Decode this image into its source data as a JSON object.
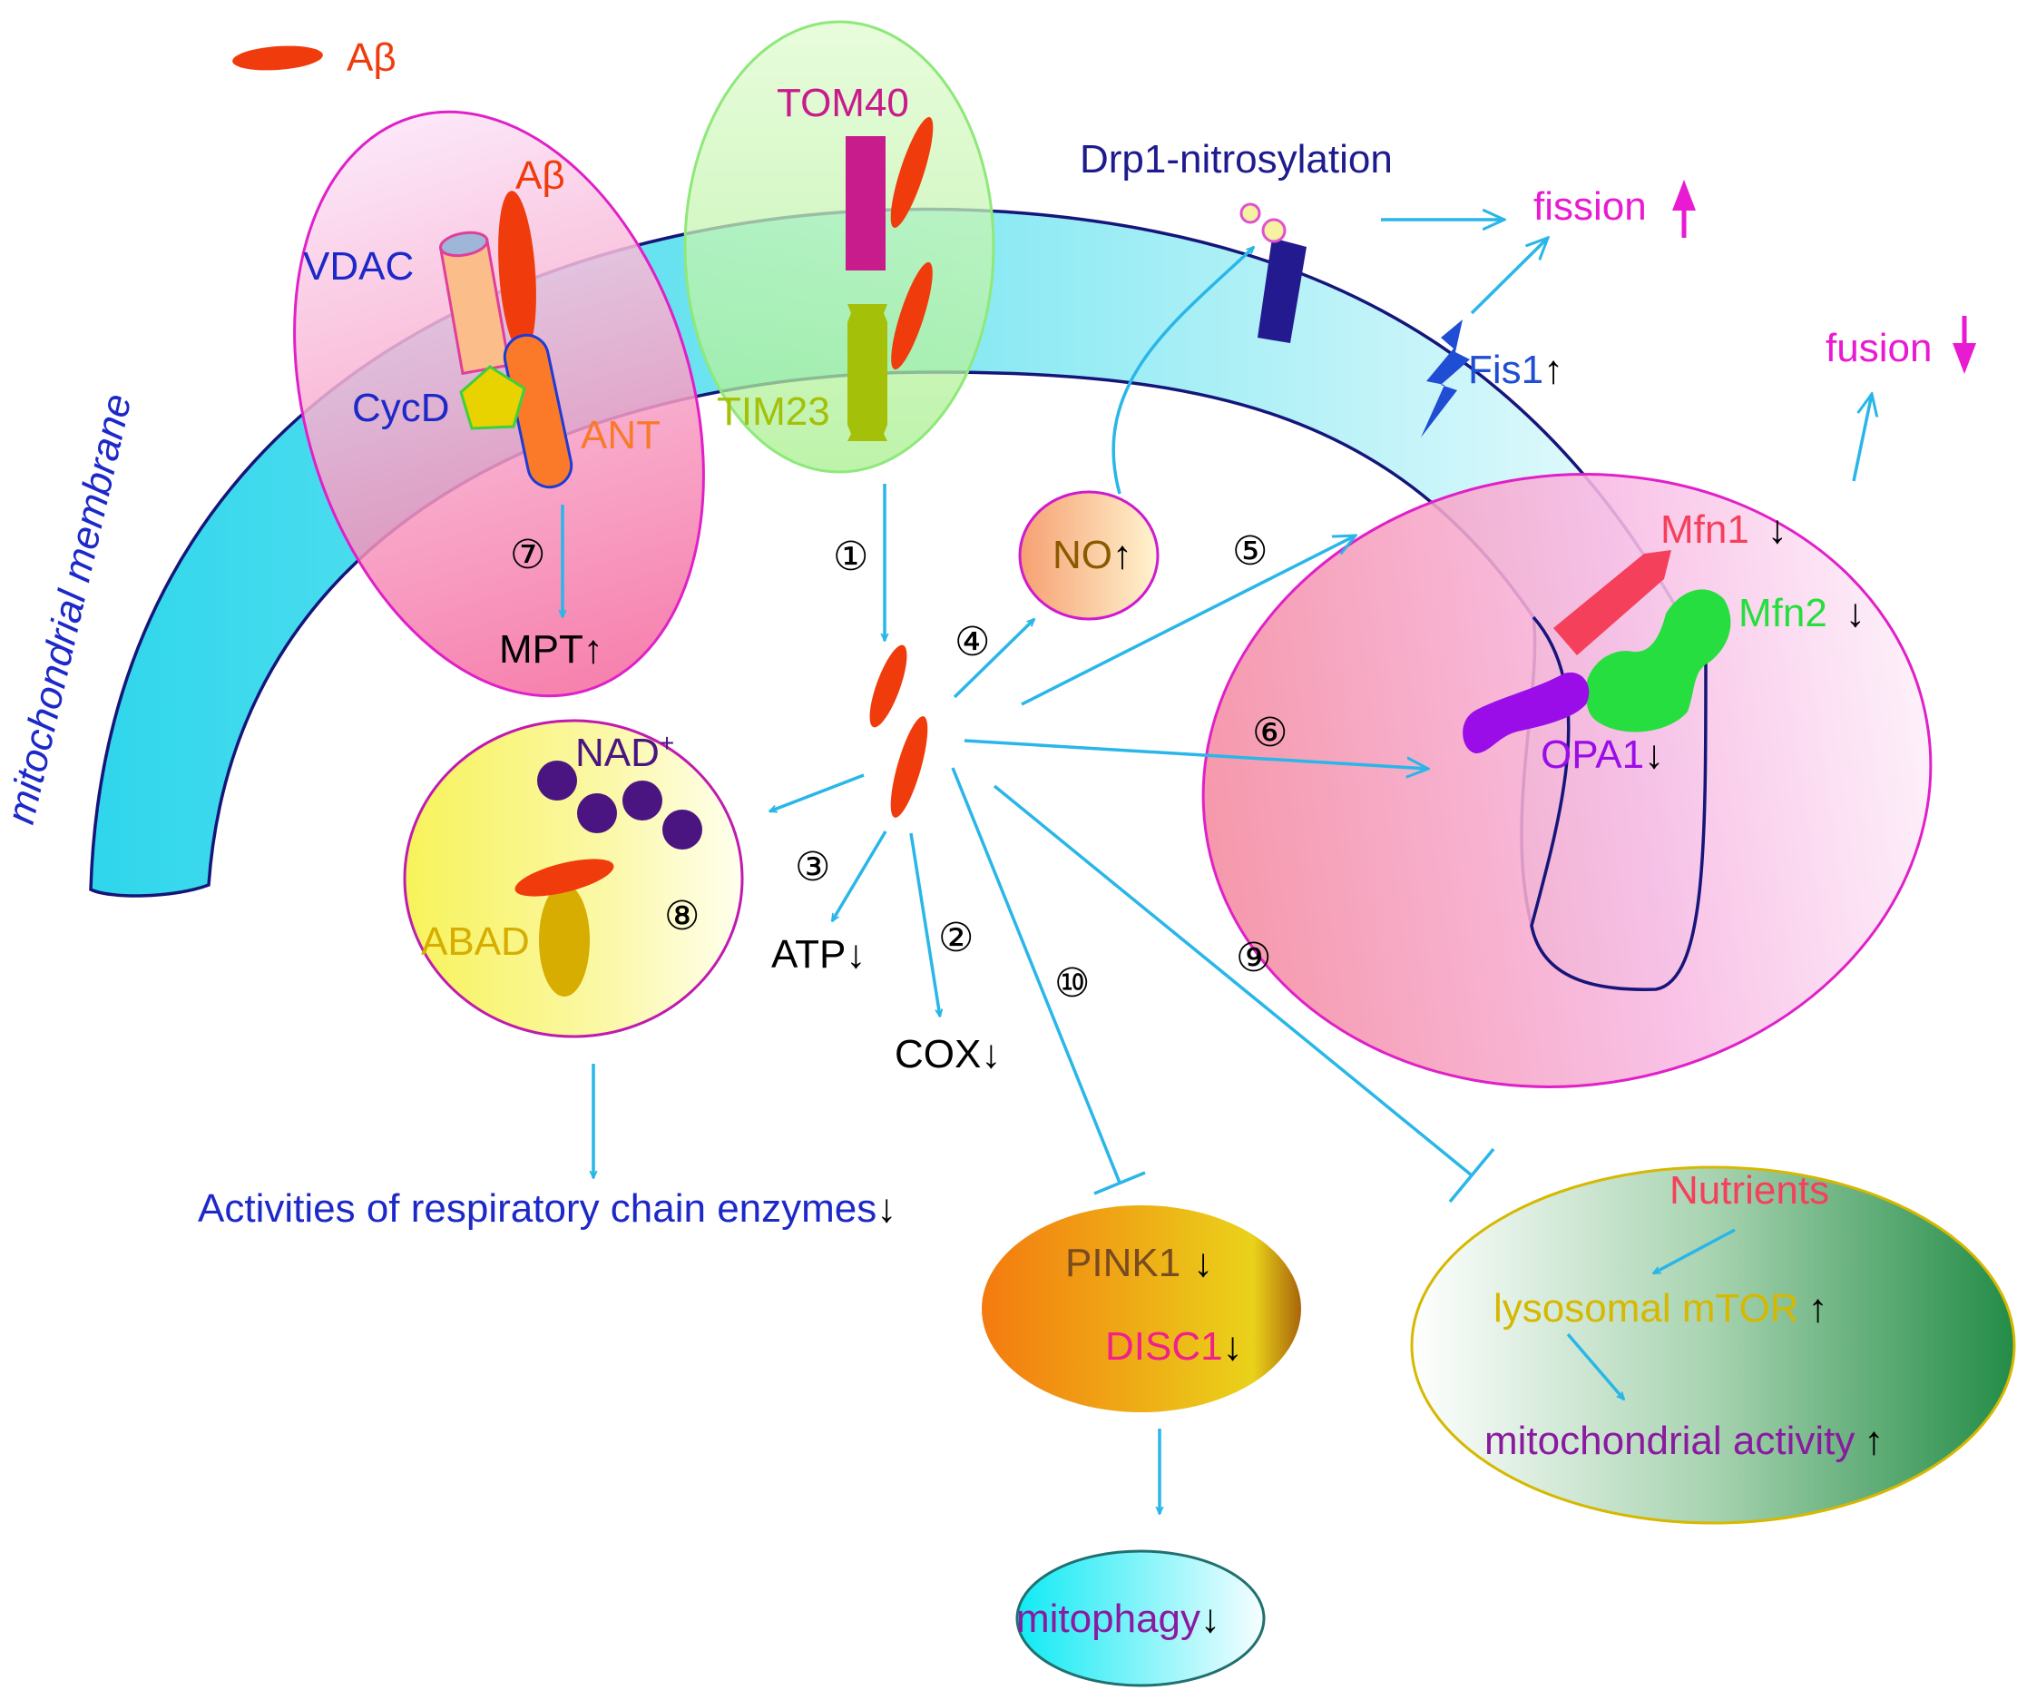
{
  "labels": {
    "abeta_legend": "Aβ",
    "abeta_vdac": "Aβ",
    "tom40": "TOM40",
    "tim23": "TIM23",
    "drp1": "Drp1-nitrosylation",
    "fission": "fission",
    "fusion": "fusion",
    "fis1": "Fis1",
    "vdac": "VDAC",
    "cycd": "CycD",
    "ant": "ANT",
    "mpt": "MPT",
    "membrane": "mitochondrial membrane",
    "no": "NO",
    "mfn1": "Mfn1",
    "mfn2": "Mfn2",
    "opa1": "OPA1",
    "nad": "NAD",
    "nad_sup": "+",
    "abad": "ABAD",
    "atp": "ATP",
    "cox": "COX",
    "respiratory": "Activities of respiratory chain enzymes",
    "pink1": "PINK1",
    "disc1": "DISC1",
    "mitophagy": "mitophagy",
    "nutrients": "Nutrients",
    "mtor": "lysosomal mTOR",
    "mito_activity": "mitochondrial activity"
  },
  "arrows": {
    "up": "↑",
    "down": "↓"
  },
  "steps": {
    "s1": "①",
    "s2": "②",
    "s3": "③",
    "s4": "④",
    "s5": "⑤",
    "s6": "⑥",
    "s7": "⑦",
    "s8": "⑧",
    "s9": "⑨",
    "s10": "⑩"
  },
  "colors": {
    "arrow": "#29b6e8",
    "abeta": "#f03c0c",
    "membrane_outline": "#15157a",
    "magenta": "#e81ad2"
  }
}
